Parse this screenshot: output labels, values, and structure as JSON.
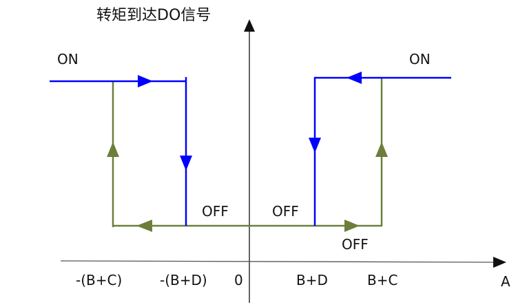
{
  "diagram": {
    "title": "转矩到达DO信号",
    "x_axis_label": "A",
    "x_ticks": [
      "-(B+C)",
      "-(B+D)",
      "0",
      "B+D",
      "B+C"
    ],
    "state_labels": {
      "on_left": "ON",
      "on_right": "ON",
      "off_left": "OFF",
      "off_center": "OFF",
      "off_right": "OFF"
    },
    "colors": {
      "blue_path": "#0000ff",
      "green_path": "#6b7f3a",
      "axis": "#111111"
    },
    "paths": [
      {
        "name": "left-blue-on-to-off",
        "color": "blue",
        "description": "ON moving right, switches OFF at -(B+D)"
      },
      {
        "name": "left-green-off-to-on",
        "color": "green",
        "description": "OFF moving left, switches ON at -(B+C)"
      },
      {
        "name": "right-blue-on-to-off",
        "color": "blue",
        "description": "ON moving left, switches OFF at B+D"
      },
      {
        "name": "right-green-off-to-on",
        "color": "green",
        "description": "OFF moving right, switches ON at B+C"
      }
    ]
  }
}
